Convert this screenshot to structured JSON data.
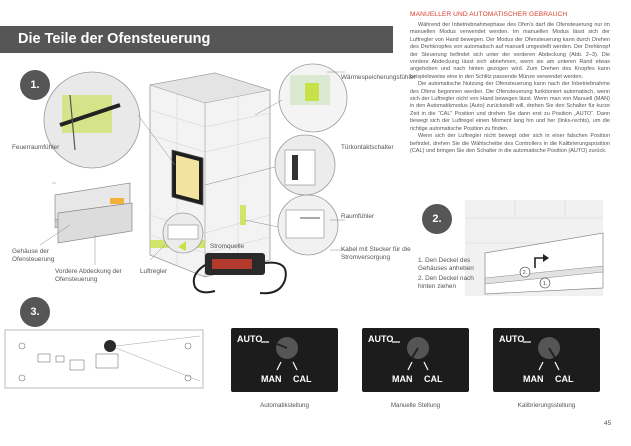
{
  "header": {
    "title": "Die Teile der Ofensteuerung"
  },
  "section": {
    "heading": "MANUELLER UND AUTOMATISCHER GEBRAUCH",
    "paragraphs": [
      "Während der Inbetriebnahmephase des Ofen's darf die Ofensteuerung nur im manuellen Modus verwendet werden. Im manuellen Modus lässt sich der Luftregler von Hand bewegen. Der Modus der Ofensteuerung kann durch Drehen des Drehknopfes von automatisch auf manuell umgestellt werden. Der Drehknopf der Steuerung befindet sich unter der vorderen Abdeckung (Abb. 2–3). Die vordere Abdeckung lässt sich abnehmen, wenn sie am unteren Rand etwas angehoben und nach hinten gezogen wird. Zum Drehen des Knopfes kann beispielsweise eine in den Schlitz passende Münze verwendet werden.",
      "Die automatische Nutzung der Ofensteuerung kann nach der Inbetriebnahme des Ofens begonnen werden. Die Ofensteuerung funktioniert automatisch, wenn sich der Luftregler nicht von Hand bewegen lässt. Wenn man von Manuell (MAN) in den Automatikmodus (Auto) zurückstellt will, drehen Sie den Schalter für kurze Zeit in die “CAL” Position und drehen Sie dann erst zu Position „AUTO“. Dann bewegt sich der Luftregel einen Moment lang hin und her (links-rechts), um die richtige automatische Position zu finden.",
      "Wenn sich der Luftregler nicht bewegt oder sich in einer falschen Position befindet, drehen Sie die Wählscheibe des Controllers in die Kalibrierungsposition (CAL) und bringen Sie den Schalter in die automatische Position (AUTO) zurück."
    ]
  },
  "figure1": {
    "number": "1.",
    "labels": {
      "waermespeicher": "Wärmespeicherungsfühler",
      "feuerraum": "Feuerraumfühler",
      "tuerkontakt": "Türkontaktschalter",
      "raumfuehler": "Raumfühler",
      "kabel": "Kabel mit Stecker für die Stromversorgung",
      "stromquelle": "Stromquelle",
      "gehaeuse": "Gehäuse der Ofensteuerung",
      "abdeckung": "Vordere Abdeckung der Ofensteuerung",
      "luftregler": "Luftregler"
    }
  },
  "figure2": {
    "number": "2.",
    "step1": "1. Den Deckel des Gehäuses anheben",
    "step2": "2. Den Deckel nach hinten ziehen",
    "mark1": "1.",
    "mark2": "2."
  },
  "figure3": {
    "number": "3.",
    "dial": {
      "auto": "AUTO",
      "man": "MAN",
      "cal": "CAL"
    },
    "captions": [
      "Automatikstellung",
      "Manuelle Stellung",
      "Kalibrierungsstellung"
    ]
  },
  "page": {
    "number": "45"
  },
  "colors": {
    "accent": "#d4402f",
    "header_bg": "#565656",
    "panel": "#1c1c1c",
    "sensor_green": "#c8e04a"
  }
}
